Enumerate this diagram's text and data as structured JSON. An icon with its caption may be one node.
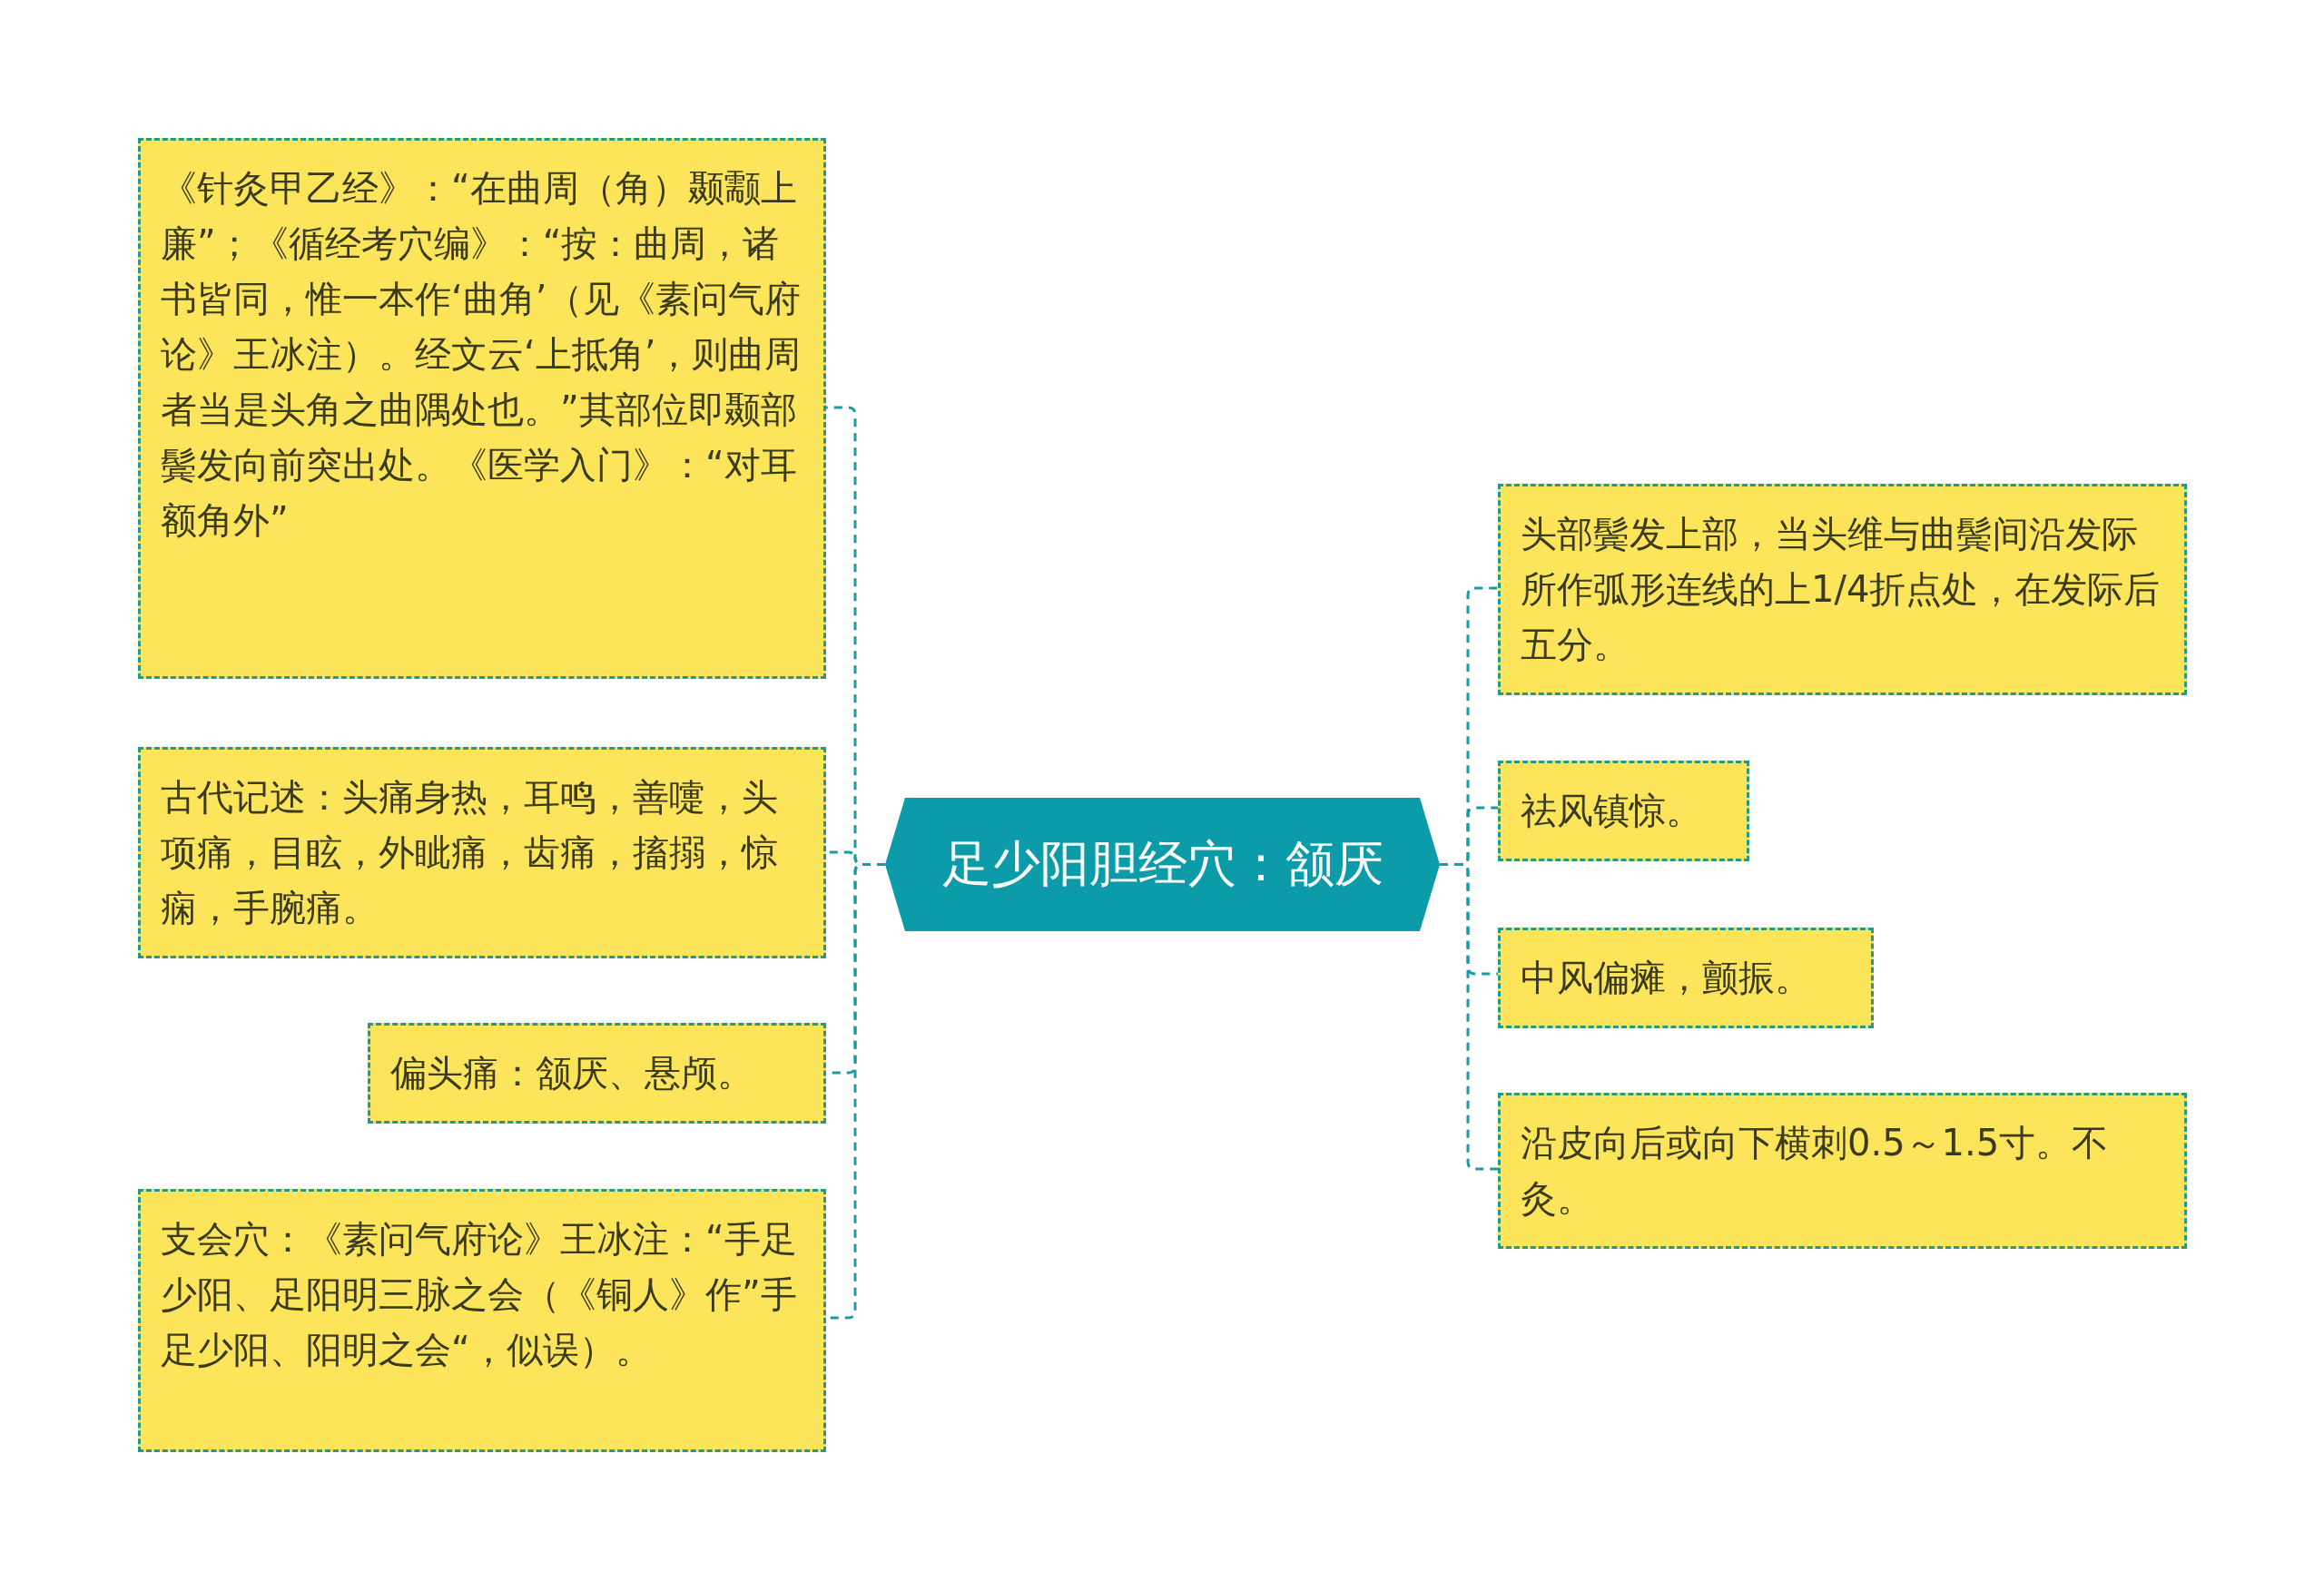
{
  "diagram": {
    "nodes": [
      {
        "text": [
          "足少阳胆经穴：颔厌"
        ]
      },
      {
        "text": [
          "《针灸甲乙经》：“在曲周（角）颞颥上廉”；《循经考穴编》：“按：曲周，诸书皆同，惟一本作‘曲角’（见《素问气府论》王冰注）。经文云‘上抵角’，则曲周者当是头角之曲隅处也。”其部位即颞部鬓发向前突出处。《医学入门》：“对耳额角外”"
        ]
      },
      {
        "text": [
          "古代记述：头痛身热，耳鸣，善嚏，头项痛，目眩，外眦痛，齿痛，搐搦，惊痫，手腕痛。"
        ]
      },
      {
        "text": [
          "偏头痛：颔厌、悬颅。"
        ]
      },
      {
        "text": [
          "支会穴：《素问气府论》王冰注：“手足少阳、足阳明三脉之会（《铜人》作”手足少阳、阳明之会“，似误）。"
        ]
      },
      {
        "text": [
          "头部鬓发上部，当头维与曲鬓间沿发际所作弧形连线的上1/4折点处，在发际后五分。"
        ]
      },
      {
        "text": [
          "祛风镇惊。"
        ]
      },
      {
        "text": [
          "中风偏瘫，颤振。"
        ]
      },
      {
        "text": [
          "沿皮向后或向下横刺0.5～1.5寸。不灸。"
        ]
      }
    ],
    "edges": [
      {
        "from": 0,
        "to": 1,
        "arrow": "none",
        "style": "dashed"
      },
      {
        "from": 0,
        "to": 2,
        "arrow": "none",
        "style": "dashed"
      },
      {
        "from": 0,
        "to": 3,
        "arrow": "none",
        "style": "dashed"
      },
      {
        "from": 0,
        "to": 4,
        "arrow": "none",
        "style": "dashed"
      },
      {
        "from": 0,
        "to": 5,
        "arrow": "none",
        "style": "dashed"
      },
      {
        "from": 0,
        "to": 6,
        "arrow": "none",
        "style": "dashed"
      },
      {
        "from": 0,
        "to": 7,
        "arrow": "none",
        "style": "dashed"
      },
      {
        "from": 0,
        "to": 8,
        "arrow": "none",
        "style": "dashed"
      }
    ]
  }
}
